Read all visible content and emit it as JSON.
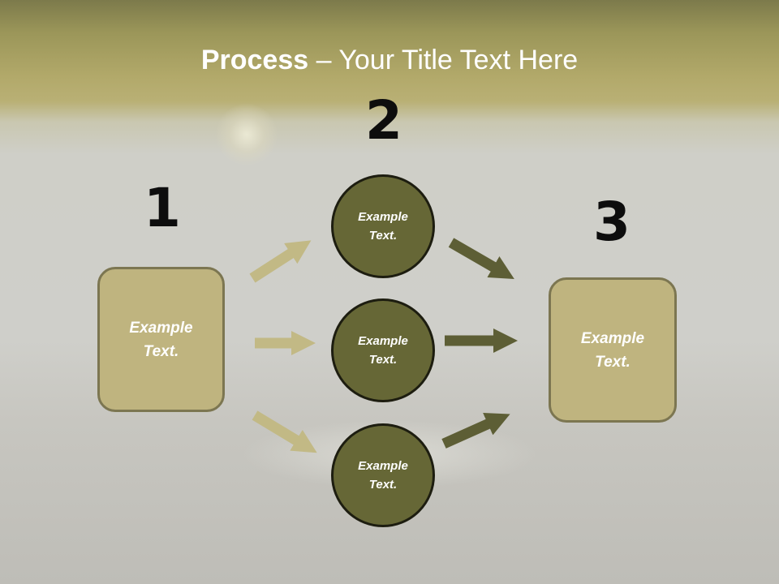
{
  "slide": {
    "title_bold": "Process",
    "title_rest": " – Your Title Text Here"
  },
  "steps": {
    "one": "1",
    "two": "2",
    "three": "3"
  },
  "nodes": {
    "left_box": "Example Text.",
    "circle_top": "Example Text.",
    "circle_middle": "Example Text.",
    "circle_bottom": "Example Text.",
    "right_box": "Example Text."
  },
  "colors": {
    "light_arrow": "#c2b985",
    "dark_arrow": "#5d5e35",
    "box_fill": "#bfb47f",
    "circle_fill": "#666736"
  }
}
